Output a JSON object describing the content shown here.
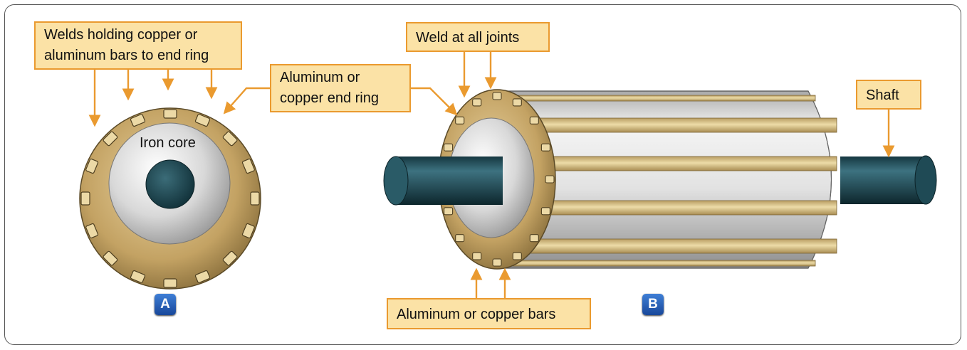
{
  "labels": {
    "welds": [
      "Welds holding copper or",
      "aluminum bars to end ring"
    ],
    "end_ring": [
      "Aluminum or",
      "copper end ring"
    ],
    "weld_joints": "Weld at all joints",
    "shaft": "Shaft",
    "bars": "Aluminum or copper bars",
    "iron_core": "Iron core"
  },
  "badges": {
    "a": "A",
    "b": "B"
  },
  "colors": {
    "callout_fill": "#fbe2a6",
    "callout_border": "#ea9a2f",
    "ring_brass": "#c7a86a",
    "shaft_dark": "#1c4650",
    "core_silver": "#d9d9d9",
    "badge_blue": "#2a5fb8"
  }
}
